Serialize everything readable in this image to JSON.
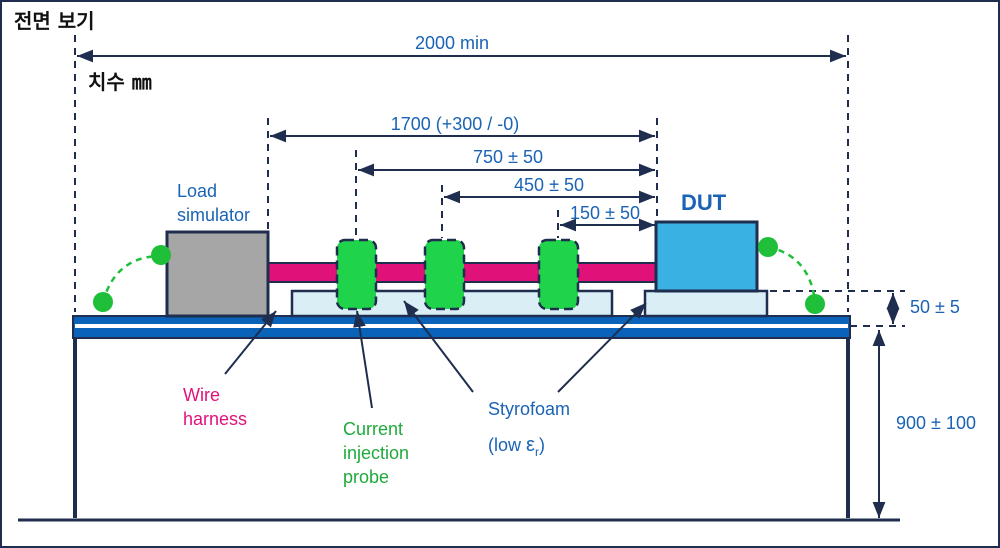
{
  "header": {
    "title": "전면 보기",
    "units_label": "치수 ㎜"
  },
  "dimensions": {
    "overall": "2000 min",
    "harness_length": "1700 (+300 / -0)",
    "probe_far": "750 ± 50",
    "probe_mid": "450 ± 50",
    "probe_near": "150 ± 50",
    "support_height": "50 ± 5",
    "table_height": "900 ± 100"
  },
  "components": {
    "load_simulator": [
      "Load",
      "simulator"
    ],
    "dut": "DUT",
    "wire_harness": [
      "Wire",
      "harness"
    ],
    "current_probe": [
      "Current",
      "injection",
      "probe"
    ],
    "styrofoam": "Styrofoam",
    "styrofoam_note": {
      "prefix": "(low ",
      "symbol": "ε",
      "subscript": "r",
      "suffix": ")"
    }
  },
  "colors": {
    "frame": "#1f2d4e",
    "text_blue": "#1a63b5",
    "ground_plane": "#0a63b8",
    "load_box": "#a6a6a6",
    "dut_box": "#3ab1e3",
    "harness": "#e0127a",
    "probe": "#1fd34a",
    "styrofoam": "#daeef6",
    "wire_label": "#e0127a",
    "probe_label": "#1faa3c",
    "ground_dot": "#1fbf3a"
  }
}
